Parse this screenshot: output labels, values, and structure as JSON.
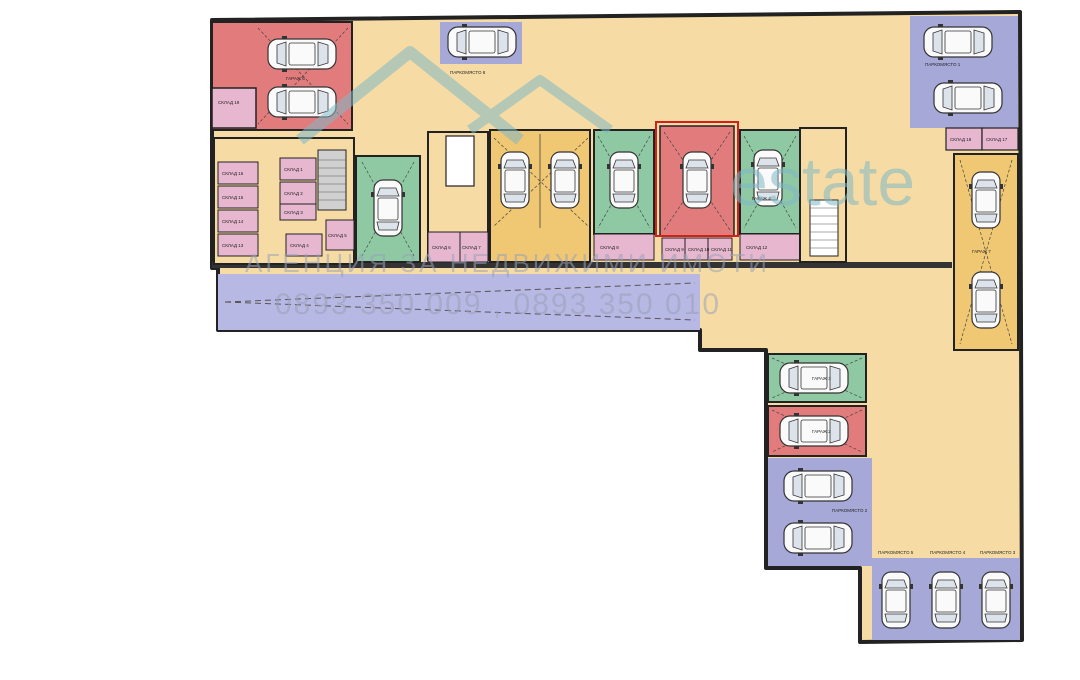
{
  "colors": {
    "background": "#ffffff",
    "floor": "#f6dca4",
    "wall": "#222222",
    "garage_red": "#e27c7c",
    "garage_green": "#8fc9a3",
    "garage_gold": "#f0c773",
    "parking_violet": "#a6a8d8",
    "storage_pink": "#e6b7cf",
    "ramp": "#b8b8e4",
    "highlight_box": "#d41f1f",
    "watermark": "#7fb8c4"
  },
  "garage_labels": {
    "top_left": "ГАРАЖ 6",
    "right_column": "ГАРАЖ 7",
    "lower_green": "ГАРАЖ 3",
    "lower_red": "ГАРАЖ 2",
    "middle_green": "ГАРАЖ 4"
  },
  "parking_labels": {
    "top_center": "ПАРКОМЯСТО 8",
    "top_right": "ПАРКОМЯСТО 1",
    "lower_left": "ПАРКОМЯСТО 2",
    "bottom_1": "ПАРКОМЯСТО 5",
    "bottom_2": "ПАРКОМЯСТО 4",
    "bottom_3": "ПАРКОМЯСТО 3"
  },
  "storage_labels": {
    "s1": "СКЛАД 1",
    "s2": "СКЛАД 2",
    "s3": "СКЛАД 3",
    "s4": "СКЛАД 4",
    "s5": "СКЛАД 5",
    "s6": "СКЛАД 6",
    "s7": "СКЛАД 7",
    "s8": "СКЛАД 8",
    "s9": "СКЛАД 9",
    "s10": "СКЛАД 10",
    "s11": "СКЛАД 11",
    "s12": "СКЛАД 12",
    "s13": "СКЛАД 13",
    "s14": "СКЛАД 14",
    "s15": "СКЛАД 15",
    "s16": "СКЛАД 16",
    "s17": "СКЛАД 17",
    "s18": "СКЛАД 18",
    "s19": "СКЛАД 19"
  },
  "watermark": {
    "brand": "estate",
    "agency": "АГЕНЦИЯ ЗА НЕДВИЖИМИ ИМОТИ",
    "phones": "0893 350 009 , 0893 350 010"
  }
}
